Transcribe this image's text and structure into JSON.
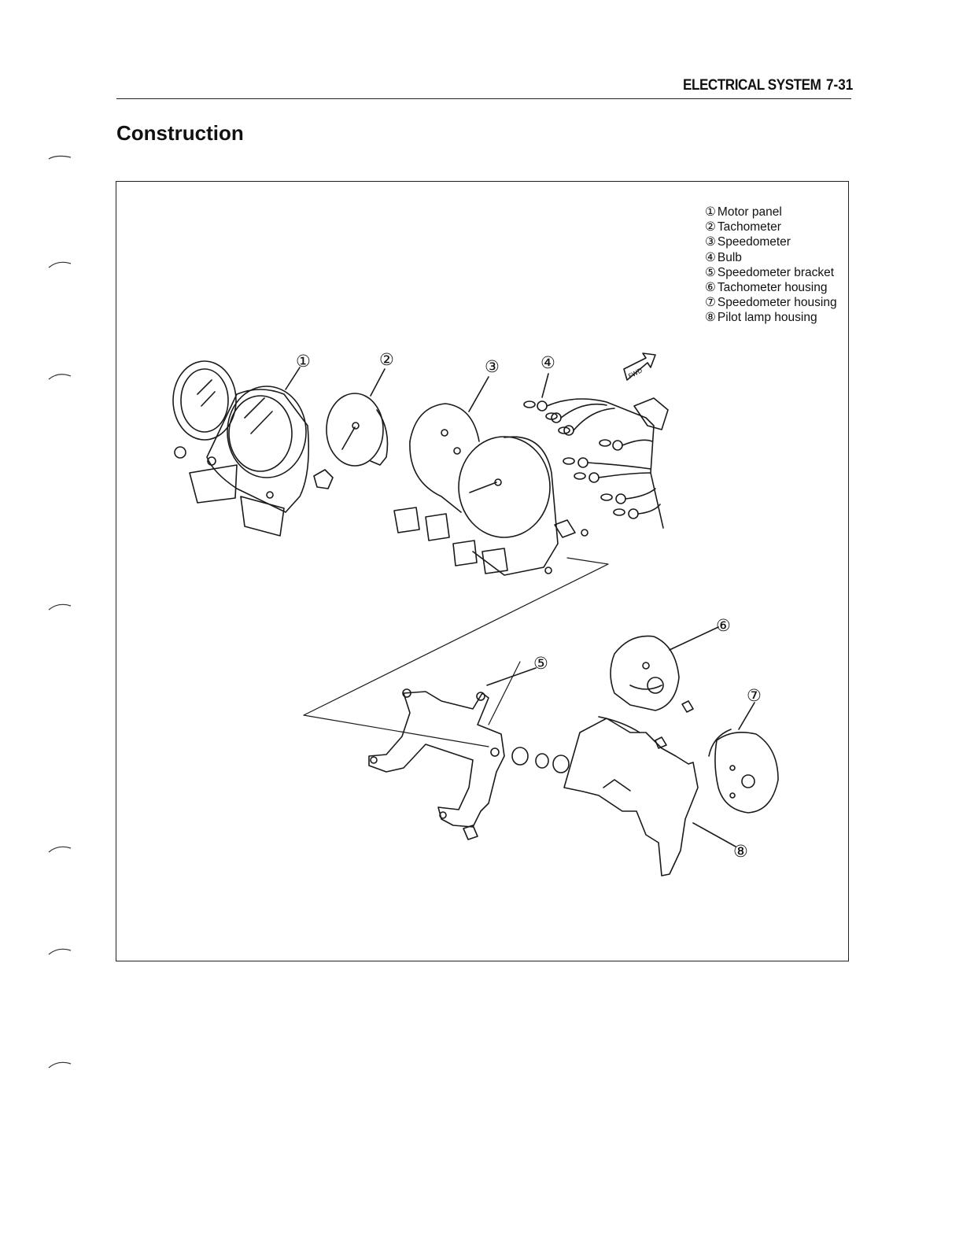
{
  "header": {
    "section": "ELECTRICAL SYSTEM",
    "page_number": "7-31"
  },
  "title": "Construction",
  "legend": [
    {
      "num": "①",
      "label": "Motor panel"
    },
    {
      "num": "②",
      "label": "Tachometer"
    },
    {
      "num": "③",
      "label": "Speedometer"
    },
    {
      "num": "④",
      "label": "Bulb"
    },
    {
      "num": "⑤",
      "label": "Speedometer bracket"
    },
    {
      "num": "⑥",
      "label": "Tachometer housing"
    },
    {
      "num": "⑦",
      "label": "Speedometer housing"
    },
    {
      "num": "⑧",
      "label": "Pilot lamp housing"
    }
  ],
  "callouts": {
    "c1": "①",
    "c2": "②",
    "c3": "③",
    "c4": "④",
    "c5": "⑤",
    "c6": "⑥",
    "c7": "⑦",
    "c8": "⑧",
    "fwd": "FWD"
  }
}
